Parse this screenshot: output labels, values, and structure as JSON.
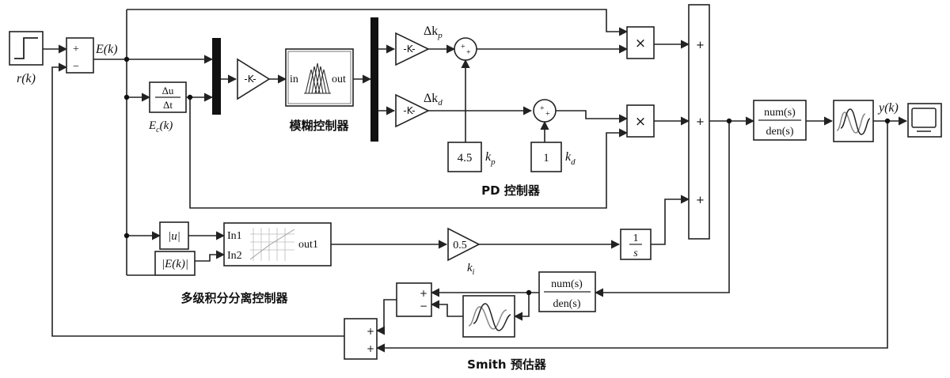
{
  "signals": {
    "r": "r(k)",
    "e": "E(k)",
    "ec": "E",
    "ec_sub": "c",
    "ec_tail": "(k)",
    "y": "y(k)",
    "delta_kp": "Δk",
    "delta_kp_sub": "p",
    "delta_kd": "Δk",
    "delta_kd_sub": "d"
  },
  "blocks": {
    "sum_plus": "+",
    "sum_minus": "−",
    "deriv_num": "Δu",
    "deriv_den": "Δt",
    "gain": "-K-",
    "fuzzy_in": "in",
    "fuzzy_out": "out",
    "kp_value": "4.5",
    "kp_label": "k",
    "kp_sub": "p",
    "kd_value": "1",
    "kd_label": "k",
    "kd_sub": "d",
    "mult": "×",
    "abs_u": "|u|",
    "abs_e": "|E(k)|",
    "in1": "In1",
    "in2": "In2",
    "out1": "out1",
    "ki_value": "0.5",
    "ki_label": "k",
    "ki_sub": "i",
    "int_num": "1",
    "int_den": "s",
    "tf_num": "num(s)",
    "tf_den": "den(s)"
  },
  "captions": {
    "fuzzy": "模糊控制器",
    "pd": "PD 控制器",
    "integral": "多级积分分离控制器",
    "smith": "Smith 预估器"
  }
}
